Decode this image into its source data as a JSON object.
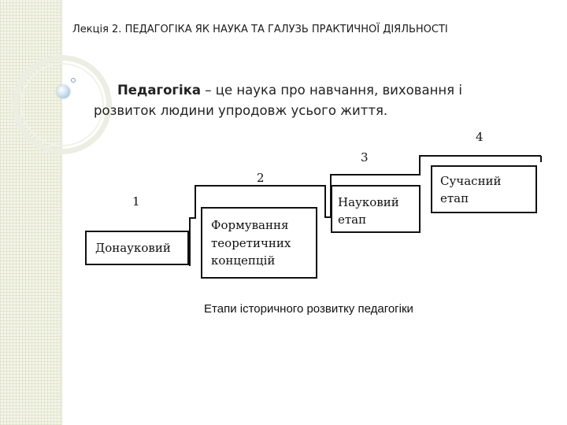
{
  "slide": {
    "title": "Лекція 2. ПЕДАГОГІКА ЯК НАУКА ТА ГАЛУЗЬ ПРАКТИЧНОЇ ДІЯЛЬНОСТІ",
    "definition": {
      "term": "Педагогіка",
      "rest_line1": " – це наука про  навчання, виховання і",
      "line2": "розвиток людини упродовж усього життя."
    }
  },
  "diagram": {
    "steps": [
      {
        "number": "1",
        "lines": [
          "Донауковий"
        ]
      },
      {
        "number": "2",
        "lines": [
          "Формування",
          "теоретичних",
          "концепцій"
        ]
      },
      {
        "number": "3",
        "lines": [
          "Науковий",
          "етап"
        ]
      },
      {
        "number": "4",
        "lines": [
          "Сучасний",
          "етап"
        ]
      }
    ],
    "caption": "Етапи історичного розвитку педагогіки"
  }
}
